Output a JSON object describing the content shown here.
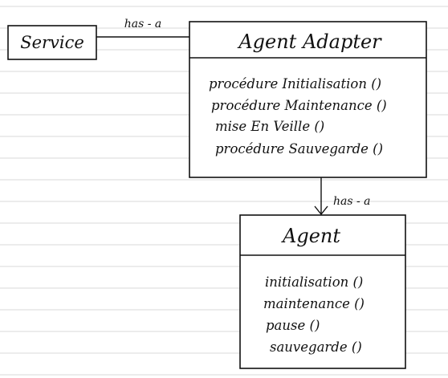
{
  "service": {
    "label": "Service"
  },
  "agent_adapter": {
    "title": "Agent Adapter",
    "methods": [
      "procédure Initialisation ()",
      "procédure Maintenance ()",
      "mise En Veille ()",
      "procédure Sauvegarde ()"
    ]
  },
  "agent": {
    "title": "Agent",
    "methods": [
      "initialisation ()",
      "maintenance ()",
      "pause ()",
      "sauvegarde ()"
    ]
  },
  "relations": {
    "service_to_adapter": "has - a",
    "adapter_to_agent": "has - a"
  },
  "colors": {
    "ink": "#111111",
    "paper_lines": "#d9d9d9",
    "background": "#ffffff"
  }
}
